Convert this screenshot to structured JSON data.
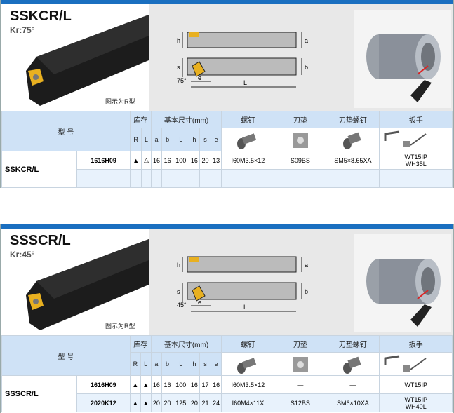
{
  "sections": [
    {
      "title": "SSKCR/L",
      "kr": "Kr:75°",
      "caption": "图示为R型",
      "angle": "75°",
      "dims": {
        "h": "h",
        "a": "a",
        "s": "s",
        "b": "b",
        "e": "e",
        "L": "L"
      },
      "headers": {
        "model": "型 号",
        "stock": "库存",
        "basic": "基本尺寸(mm)",
        "screw": "螺钉",
        "shim": "刀垫",
        "shim_screw": "刀垫螺钉",
        "wrench": "扳手",
        "R": "R",
        "L": "L",
        "a": "a",
        "b": "b",
        "Lc": "L",
        "h": "h",
        "s": "s",
        "e": "e"
      },
      "rows": [
        {
          "model": "SSKCR/L",
          "code": "1616H09",
          "R": "▲",
          "L": "△",
          "a": "16",
          "b": "16",
          "Lv": "100",
          "h": "16",
          "s": "20",
          "e": "13",
          "screw": "I60M3.5×12",
          "shim": "S09BS",
          "shim_screw": "SM5×8.65XA",
          "wrench1": "WT15IP",
          "wrench2": "WH35L"
        },
        {
          "model": "",
          "code": "",
          "R": "",
          "L": "",
          "a": "",
          "b": "",
          "Lv": "",
          "h": "",
          "s": "",
          "e": "",
          "screw": "",
          "shim": "",
          "shim_screw": "",
          "wrench1": "",
          "wrench2": ""
        }
      ]
    },
    {
      "title": "SSSCR/L",
      "kr": "Kr:45°",
      "caption": "图示为R型",
      "angle": "45°",
      "dims": {
        "h": "h",
        "a": "a",
        "s": "s",
        "b": "b",
        "e": "e",
        "L": "L"
      },
      "headers": {
        "model": "型 号",
        "stock": "库存",
        "basic": "基本尺寸(mm)",
        "screw": "螺钉",
        "shim": "刀垫",
        "shim_screw": "刀垫螺钉",
        "wrench": "扳手",
        "R": "R",
        "L": "L",
        "a": "a",
        "b": "b",
        "Lc": "L",
        "h": "h",
        "s": "s",
        "e": "e"
      },
      "rows": [
        {
          "model": "SSSCR/L",
          "code": "1616H09",
          "R": "▲",
          "L": "▲",
          "a": "16",
          "b": "16",
          "Lv": "100",
          "h": "16",
          "s": "17",
          "e": "16",
          "screw": "I60M3.5×12",
          "shim": "—",
          "shim_screw": "—",
          "wrench1": "WT15IP",
          "wrench2": ""
        },
        {
          "model": "",
          "code": "2020K12",
          "R": "▲",
          "L": "▲",
          "a": "20",
          "b": "20",
          "Lv": "125",
          "h": "20",
          "s": "21",
          "e": "24",
          "screw": "I60M4×11X",
          "shim": "S12BS",
          "shim_screw": "SM6×10XA",
          "wrench1": "WT15IP",
          "wrench2": "WH40L"
        }
      ]
    }
  ],
  "colors": {
    "accent": "#1a6fc0",
    "header_bg": "#cfe2f6",
    "insert": "#e8b020"
  }
}
